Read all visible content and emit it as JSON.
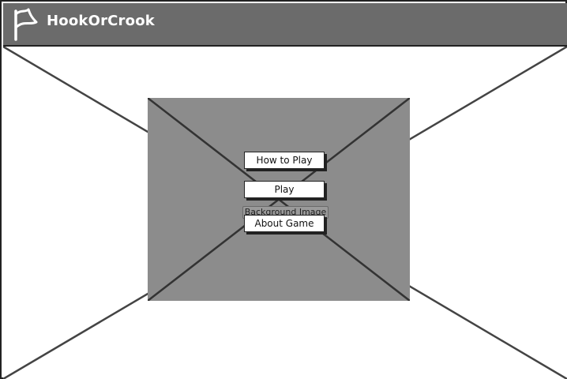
{
  "app": {
    "title": "HookOrCrook"
  },
  "menu": {
    "background_label": "Background Image",
    "buttons": [
      {
        "label": "How to Play"
      },
      {
        "label": "Play"
      },
      {
        "label": "About Game"
      }
    ]
  },
  "icons": {
    "logo": "flag-icon"
  },
  "colors": {
    "header": "#6b6b6b",
    "panel": "#8c8c8c",
    "stroke": "#222222"
  }
}
